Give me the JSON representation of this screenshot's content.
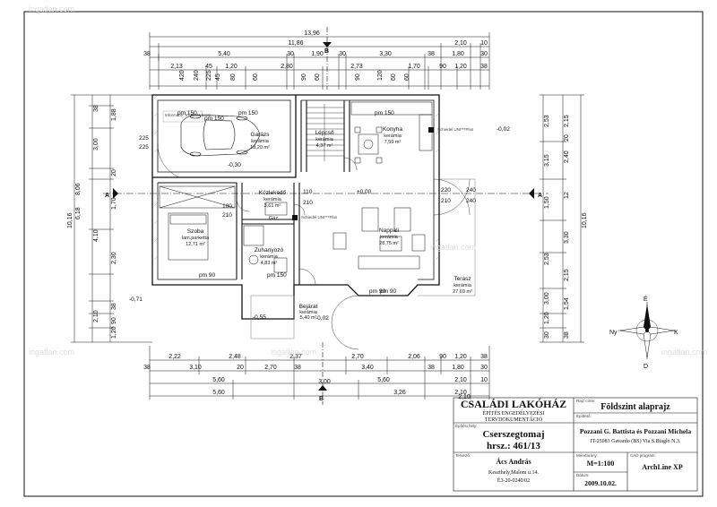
{
  "top_dims": {
    "row1": [
      "13,96"
    ],
    "row2": [
      "11,86",
      "2,10",
      "10"
    ],
    "row3": [
      "38",
      "5,40",
      "30",
      "1,90",
      "30",
      "3,30",
      "38",
      "1,80",
      "30"
    ],
    "row4": [
      "2,13",
      "45",
      "1,20",
      "2,80",
      "2,73",
      "1,70",
      "90",
      "1,20",
      "38"
    ],
    "row5": [
      "420",
      "240",
      "225",
      "45",
      "80",
      "60",
      "90",
      "60",
      "90",
      "120",
      "60",
      "60"
    ]
  },
  "bottom_dims": {
    "row1": [
      "2,22",
      "2,48",
      "2,37",
      "2,70",
      "2,06",
      "90",
      "1,20",
      "38"
    ],
    "row2": [
      "38",
      "3,10",
      "20",
      "2,70",
      "38",
      "3,40",
      "38",
      "1,80",
      "30"
    ],
    "row3": [
      "5,60",
      "5,60",
      "2,10",
      "10"
    ],
    "row4": [
      "5,60",
      "3,00",
      "3,26",
      "2,10"
    ],
    "row5": [
      "2,10"
    ]
  },
  "left_dims": [
    "38",
    "1,88",
    "3,00",
    "20",
    "8,06",
    "1,70",
    "4,10",
    "6,18",
    "2,30",
    "10,16",
    "38",
    "2,10",
    "90",
    "1,20"
  ],
  "right_dims": [
    "2,53",
    "2,15",
    "3,15",
    "2,40",
    "1,50",
    "12",
    "3,30",
    "2,53",
    "2,15",
    "10,16",
    "3,00",
    "1,54",
    "1,20",
    "38",
    "30",
    "20"
  ],
  "rooms": [
    {
      "name": "Garázs",
      "material": "kerámia",
      "area": "18,20 m²"
    },
    {
      "name": "Lépcső",
      "material": "kerámia",
      "area": "4,37 m²"
    },
    {
      "name": "Konyha",
      "material": "kerámia",
      "area": "7,59 m²"
    },
    {
      "name": "Közlekedő",
      "material": "kerámia",
      "area": "3,61 m²"
    },
    {
      "name": "Szoba",
      "material": "lam.parketta",
      "area": "12,71 m²"
    },
    {
      "name": "Zuhanyozó",
      "material": "kerámia",
      "area": "4,83 m²"
    },
    {
      "name": "Nappali",
      "material": "kerámia",
      "area": "28,75 m²"
    },
    {
      "name": "Bejárat",
      "material": "kerámia",
      "area": "5,40 m²"
    },
    {
      "name": "Terasz",
      "material": "kerámia",
      "area": "27,69 m²"
    }
  ],
  "plan_labels": {
    "level": "±0,00",
    "garage_level": "-0,30",
    "kitchen_level": "-0,02",
    "left_level": "-0,71",
    "entry_level_1": "-0,55",
    "entry_level_2": "-0,02",
    "pm150_1": "pm 150",
    "pm150_2": "pm 150",
    "pm150_3": "pm 150",
    "pm150_4": "pm 150",
    "pm150_5": "pm 150",
    "pm90_1": "pm 90",
    "pm90_2": "pm 90",
    "pm90_3": "pm 90",
    "gas": "Gáz",
    "door_110": "110",
    "door_210": "210",
    "door_100": "100",
    "door_210b": "210",
    "door_220": "220",
    "door_210c": "210",
    "door_240": "240",
    "door_240b": "240",
    "window_225": "225",
    "window_225b": "225",
    "garage_note": "Informatív: 5 tonnás kocsi...",
    "schiedel_1": "Schiedel UNI***Plus",
    "schiedel_2": "Schiedel UNI***Plus",
    "section_a_left": "A",
    "section_a_right": "A",
    "section_b_top": "B",
    "section_b_bottom": "B"
  },
  "compass": {
    "n": "É",
    "s": "D",
    "e": "K",
    "w": "Ny"
  },
  "watermark": "ingatlan.com",
  "title_block": {
    "project_title": "CSALÁDI LAKÓHÁZ",
    "subtitle1": "ÉPÍTÉS ENGEDÉLYEZÉSI",
    "subtitle2": "TERVDOKUMENTÁCIÓ",
    "drawing_label": "Rajz címe:",
    "drawing_title": "Földszint alaprajz",
    "site_label": "Építési hely:",
    "site": "Cserszegtomaj",
    "parcel": "hrsz.: 461/13",
    "client_label": "Építtető:",
    "client": "Pozzani G. Battista és Pozzani Michela",
    "client_addr": "IT-25083 Gavardo (BS) Via S.Biaglo N.3.",
    "designer_label": "Tervező:",
    "designer": "Ács András",
    "designer_addr": "Keszthely,Malom u.14.",
    "designer_reg": "É3-20-0240/02",
    "scale_label": "Méretarány:",
    "scale": "M=1:100",
    "cad_label": "CAD program:",
    "cad": "ArchLine XP",
    "date_label": "Dátum:",
    "date": "2009.10.02."
  }
}
